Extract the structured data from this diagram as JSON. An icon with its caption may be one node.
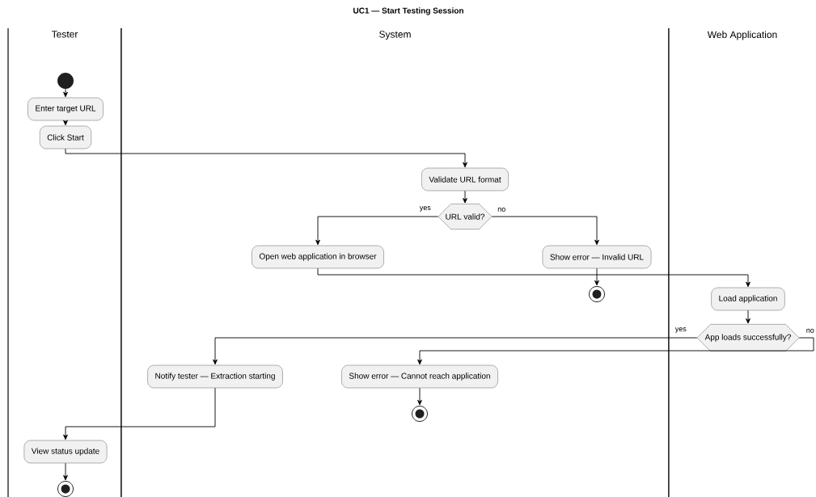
{
  "diagram": {
    "title": "UC1 — Start Testing Session",
    "nodes": [
      {
        "text": [
          "Tester"
        ]
      },
      {
        "text": [
          "System"
        ]
      },
      {
        "text": [
          "Web Application"
        ]
      },
      {
        "text": [],
        "shape": "circle",
        "in": 0
      },
      {
        "text": [
          "Enter target URL"
        ],
        "in": 0
      },
      {
        "text": [
          "Click Start"
        ],
        "in": 0
      },
      {
        "text": [
          "Validate URL format"
        ],
        "in": 1
      },
      {
        "text": [
          "URL valid?"
        ],
        "in": 1
      },
      {
        "text": [
          "Open web application in browser"
        ],
        "in": 1
      },
      {
        "text": [
          "Show error — Invalid URL"
        ],
        "in": 1
      },
      {
        "text": [],
        "shape": "circle",
        "in": 1
      },
      {
        "text": [
          "Load application"
        ],
        "in": 2
      },
      {
        "text": [
          "App loads successfully?"
        ],
        "in": 2
      },
      {
        "text": [
          "Notify tester — Extraction starting"
        ],
        "in": 1
      },
      {
        "text": [
          "Show error — Cannot reach application"
        ],
        "in": 1
      },
      {
        "text": [],
        "shape": "circle",
        "in": 1
      },
      {
        "text": [
          "View status update"
        ],
        "in": 0
      },
      {
        "text": [],
        "shape": "circle",
        "in": 0
      }
    ],
    "edges": [
      {
        "from": 3,
        "to": 4,
        "arrow": "to"
      },
      {
        "from": 4,
        "to": 5,
        "arrow": "to"
      },
      {
        "from": 5,
        "to": 6,
        "arrow": "to"
      },
      {
        "from": 6,
        "to": 7,
        "arrow": "to"
      },
      {
        "from": 7,
        "to": 8,
        "arrow": "to",
        "label": "yes"
      },
      {
        "from": 7,
        "to": 9,
        "arrow": "to",
        "label": "no"
      },
      {
        "from": 9,
        "to": 10,
        "arrow": "to"
      },
      {
        "from": 8,
        "to": 11,
        "arrow": "to"
      },
      {
        "from": 11,
        "to": 12,
        "arrow": "to"
      },
      {
        "from": 12,
        "to": 13,
        "arrow": "to",
        "label": "yes"
      },
      {
        "from": 12,
        "to": 14,
        "arrow": "to",
        "label": "no"
      },
      {
        "from": 14,
        "to": 15,
        "arrow": "to"
      },
      {
        "from": 13,
        "to": 16,
        "arrow": "to"
      },
      {
        "from": 16,
        "to": 17,
        "arrow": "to"
      }
    ]
  }
}
